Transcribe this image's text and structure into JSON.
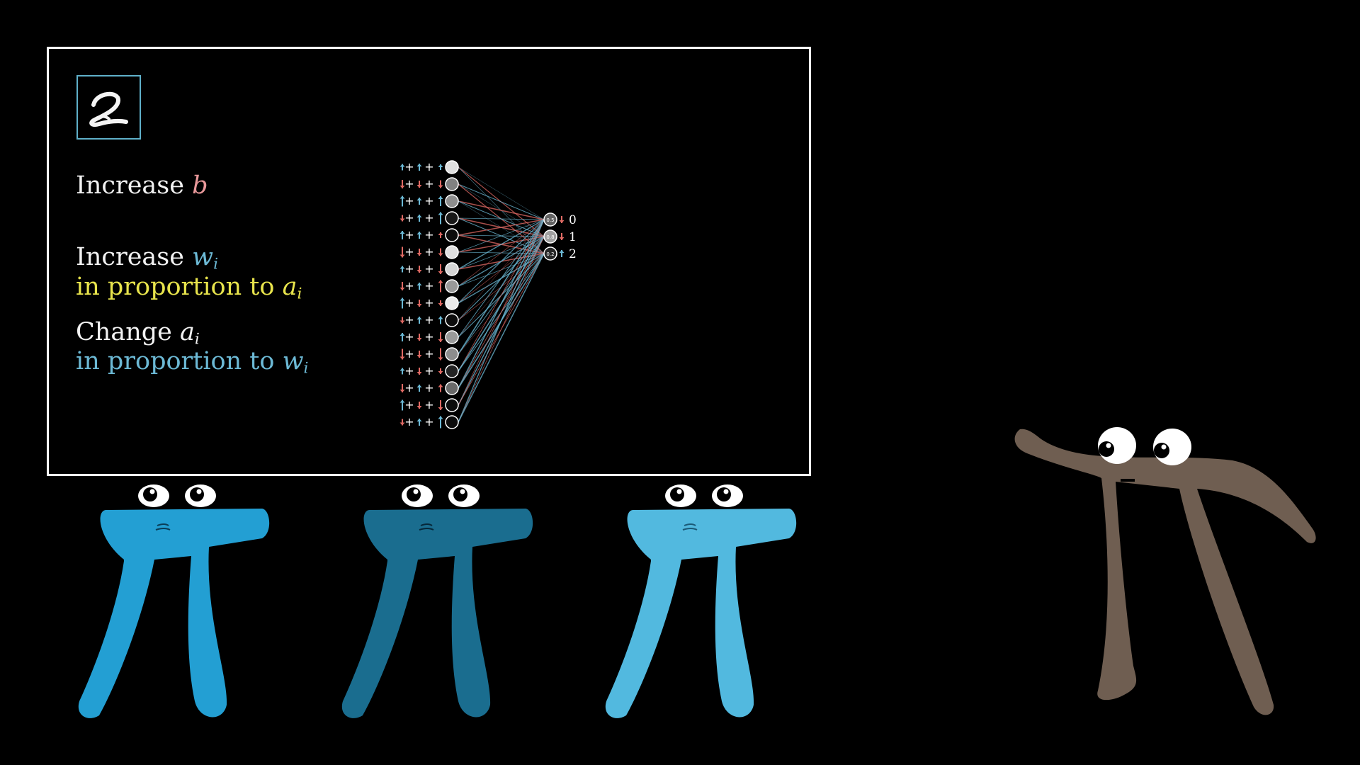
{
  "lesson": {
    "line1_word": "Increase",
    "line1_var": "b",
    "line2_word": "Increase",
    "line2_var": "w",
    "line2_sub": "i",
    "line3_text": "in proportion to",
    "line3_var": "a",
    "line3_sub": "i",
    "line4_word": "Change",
    "line4_var": "a",
    "line4_sub": "i",
    "line5_text": "in proportion to",
    "line5_var": "w",
    "line5_sub": "i"
  },
  "network": {
    "input_neurons": [
      {
        "activation": 0.95,
        "nudge": "up"
      },
      {
        "activation": 0.55,
        "nudge": "down"
      },
      {
        "activation": 0.6,
        "nudge": "up"
      },
      {
        "activation": 0.1,
        "nudge": "up"
      },
      {
        "activation": 0.05,
        "nudge": "up"
      },
      {
        "activation": 0.95,
        "nudge": "down"
      },
      {
        "activation": 0.9,
        "nudge": "down"
      },
      {
        "activation": 0.65,
        "nudge": "up"
      },
      {
        "activation": 1.0,
        "nudge": "down"
      },
      {
        "activation": 0.05,
        "nudge": "up"
      },
      {
        "activation": 0.65,
        "nudge": "down"
      },
      {
        "activation": 0.6,
        "nudge": "down"
      },
      {
        "activation": 0.15,
        "nudge": "down"
      },
      {
        "activation": 0.45,
        "nudge": "up"
      },
      {
        "activation": 0.05,
        "nudge": "down"
      },
      {
        "activation": 0.05,
        "nudge": "up"
      }
    ],
    "output_neurons": [
      {
        "value": "0.5",
        "label": "0",
        "nudge": "down"
      },
      {
        "value": "0.8",
        "label": "1",
        "nudge": "down"
      },
      {
        "value": "0.2",
        "label": "2",
        "nudge": "up"
      }
    ]
  },
  "colors": {
    "background": "#000000",
    "frame": "#ffffff",
    "yellow_text": "#e8e44c",
    "blue_text": "#6cb9d5",
    "pink_text": "#e8989a",
    "positive_weight": "#6cb9d5",
    "negative_weight": "#e06a64",
    "student_pi_1": "#239fd3",
    "student_pi_2": "#1a6d8f",
    "student_pi_3": "#52b9df",
    "teacher_pi": "#6f5e51"
  }
}
